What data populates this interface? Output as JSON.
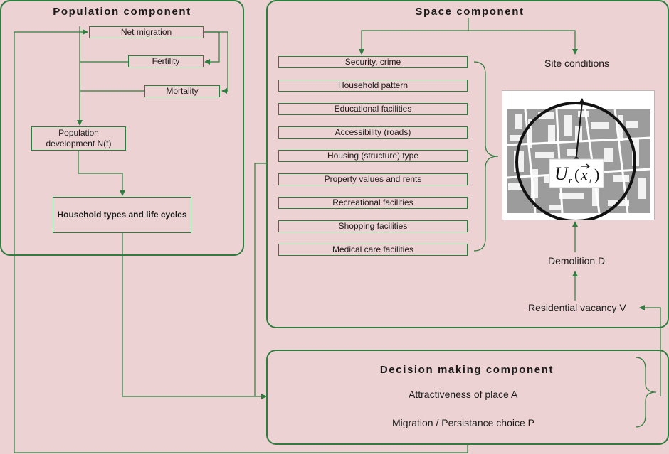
{
  "population": {
    "title": "Population component",
    "net_migration": "Net migration",
    "fertility": "Fertility",
    "mortality": "Mortality",
    "development_line1": "Population",
    "development_line2": "development N(t)",
    "household_types": "Household types and life cycles"
  },
  "space": {
    "title": "Space component",
    "site_conditions": "Site conditions",
    "factors": [
      "Security, crime",
      "Household pattern",
      "Educational facilities",
      "Accessibility (roads)",
      "Housing (structure) type",
      "Property values and rents",
      "Recreational facilities",
      "Shopping facilities",
      "Medical care facilities"
    ],
    "utility_label": "U",
    "demolition": "Demolition D",
    "vacancy": "Residential vacancy V"
  },
  "decision": {
    "title": "Decision making component",
    "attractiveness": "Attractiveness of place A",
    "migration_choice": "Migration / Persistance choice P"
  },
  "colors": {
    "background": "#ecd2d2",
    "line": "#2e7d3e"
  }
}
